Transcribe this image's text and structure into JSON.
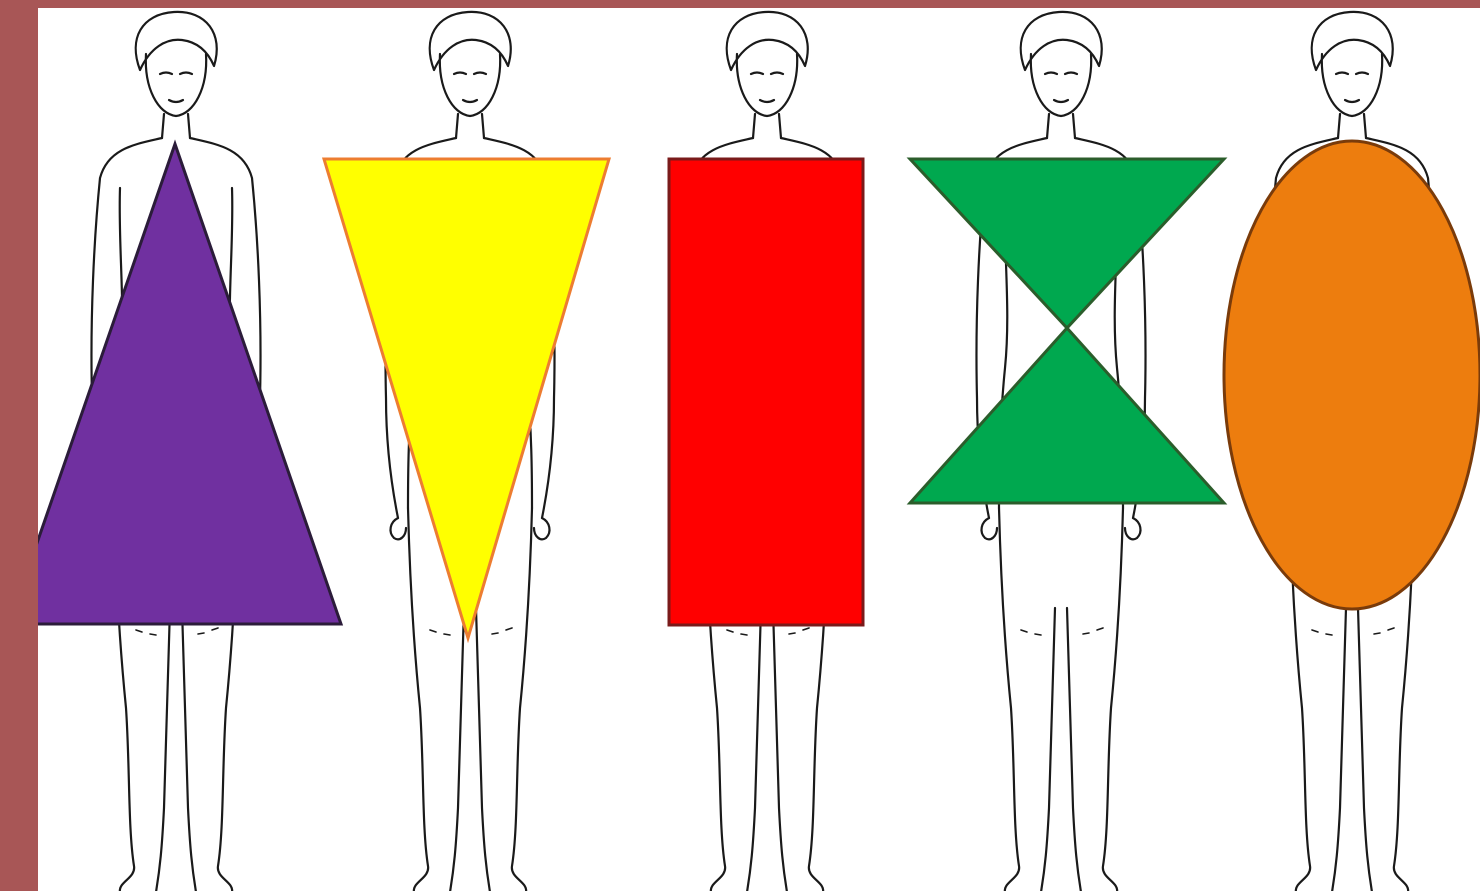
{
  "frame": {
    "border_color": "#a85656",
    "background_color": "#ffffff"
  },
  "figures": [
    {
      "name": "figure-1",
      "shape": "triangle",
      "fill": "#7030a0",
      "stroke": "#2b1c3a"
    },
    {
      "name": "figure-2",
      "shape": "inverted-triangle",
      "fill": "#ffff00",
      "stroke": "#ed7d31"
    },
    {
      "name": "figure-3",
      "shape": "rectangle",
      "fill": "#ff0000",
      "stroke": "#7a1a1a"
    },
    {
      "name": "figure-4",
      "shape": "hourglass",
      "fill": "#00a84f",
      "stroke": "#2b5d2b"
    },
    {
      "name": "figure-5",
      "shape": "oval",
      "fill": "#ed7d0e",
      "stroke": "#7a3b0a"
    }
  ]
}
